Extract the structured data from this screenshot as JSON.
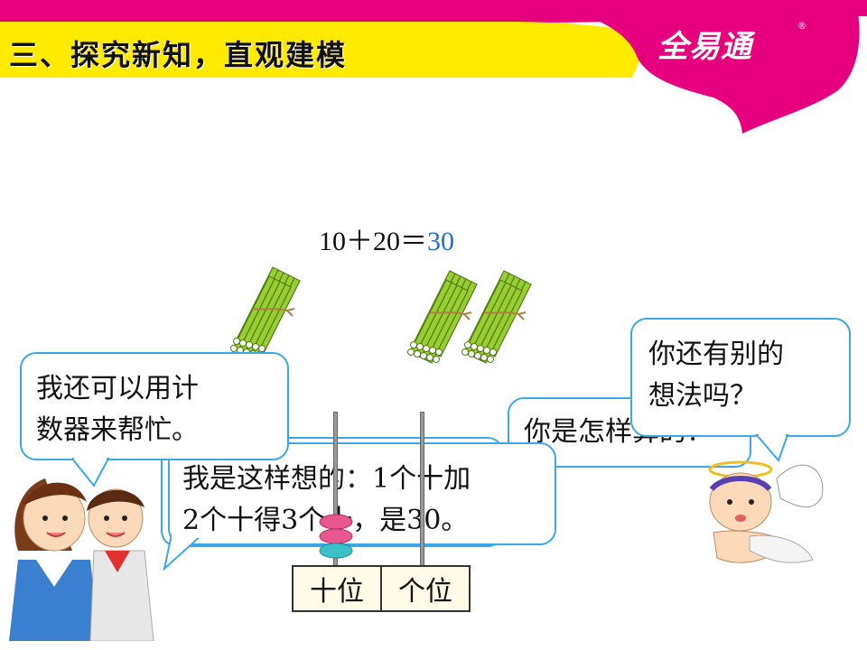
{
  "header": {
    "title": "三、探究新知，直观建模",
    "brand": "全易通",
    "brand_mark": "®"
  },
  "equation": {
    "expression": "10＋20＝",
    "answer": "30"
  },
  "bubbles": {
    "counter_hint": {
      "line1": "我还可以用计",
      "line2": "数器来帮忙。"
    },
    "explanation": {
      "line1": "我是这样想的：1个十加",
      "line2": "2个十得3个十，是30。"
    },
    "how_question": {
      "line1": "你是怎样算的？"
    },
    "other_idea": {
      "line1": "你还有别的",
      "line2": "想法吗？"
    }
  },
  "abacus": {
    "tens_label": "十位",
    "ones_label": "个位",
    "tens_beads": 3,
    "ones_beads": 0,
    "bead_colors": [
      "#e8578f",
      "#3cc0c8"
    ]
  },
  "stick_bundles": [
    {
      "group": "left",
      "count": 1
    },
    {
      "group": "right",
      "count": 2
    }
  ],
  "colors": {
    "header_pink": "#e6007e",
    "header_yellow": "#ffea00",
    "bubble_border": "#3aa8e8",
    "answer_blue": "#1e6fd0",
    "stick_green": "#9acd32"
  }
}
